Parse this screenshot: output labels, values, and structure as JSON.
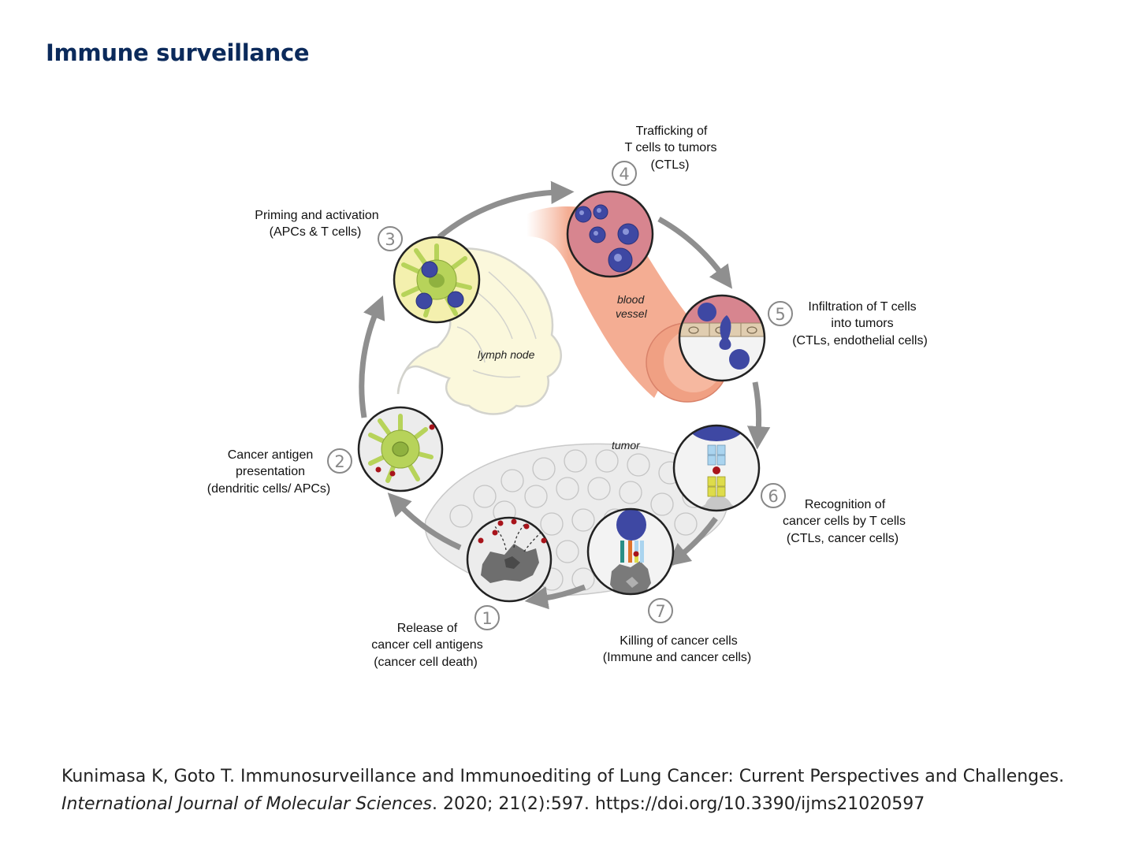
{
  "title": "Immune surveillance",
  "diagram_labels": {
    "lymph_node": "lymph node",
    "blood_vessel_1": "blood",
    "blood_vessel_2": "vessel",
    "tumor": "tumor"
  },
  "steps": [
    {
      "number": "1",
      "lines": [
        "Release of",
        "cancer cell antigens",
        "(cancer cell death)"
      ]
    },
    {
      "number": "2",
      "lines": [
        "Cancer antigen",
        "presentation",
        "(dendritic cells/ APCs)"
      ]
    },
    {
      "number": "3",
      "lines": [
        "Priming and activation",
        "(APCs & T cells)"
      ]
    },
    {
      "number": "4",
      "lines": [
        "Trafficking of",
        "T cells to tumors",
        "(CTLs)"
      ]
    },
    {
      "number": "5",
      "lines": [
        "Infiltration of T cells",
        "into tumors",
        "(CTLs, endothelial cells)"
      ]
    },
    {
      "number": "6",
      "lines": [
        "Recognition of",
        "cancer cells by T cells",
        "(CTLs, cancer cells)"
      ]
    },
    {
      "number": "7",
      "lines": [
        "Killing of cancer cells",
        "(Immune and cancer cells)"
      ]
    }
  ],
  "citation": {
    "authors_title": "Kunimasa K, Goto T. Immunosurveillance and Immunoediting of Lung Cancer: Current Perspectives and Challenges.",
    "journal": "International Journal of Molecular Sciences",
    "details": ". 2020; 21(2):597. https://doi.org/10.3390/ijms21020597"
  },
  "colors": {
    "title": "#0b2a5b",
    "cycle_arrow": "#8f8f8f",
    "t_cell": "#3e48a3",
    "dendritic_cell": "#b7d35a",
    "lymph_node_fill": "#fbf8dc",
    "blood_vessel": "#f3a98d",
    "vessel_lumen": "#d9838f",
    "antigen": "#a8141b"
  }
}
